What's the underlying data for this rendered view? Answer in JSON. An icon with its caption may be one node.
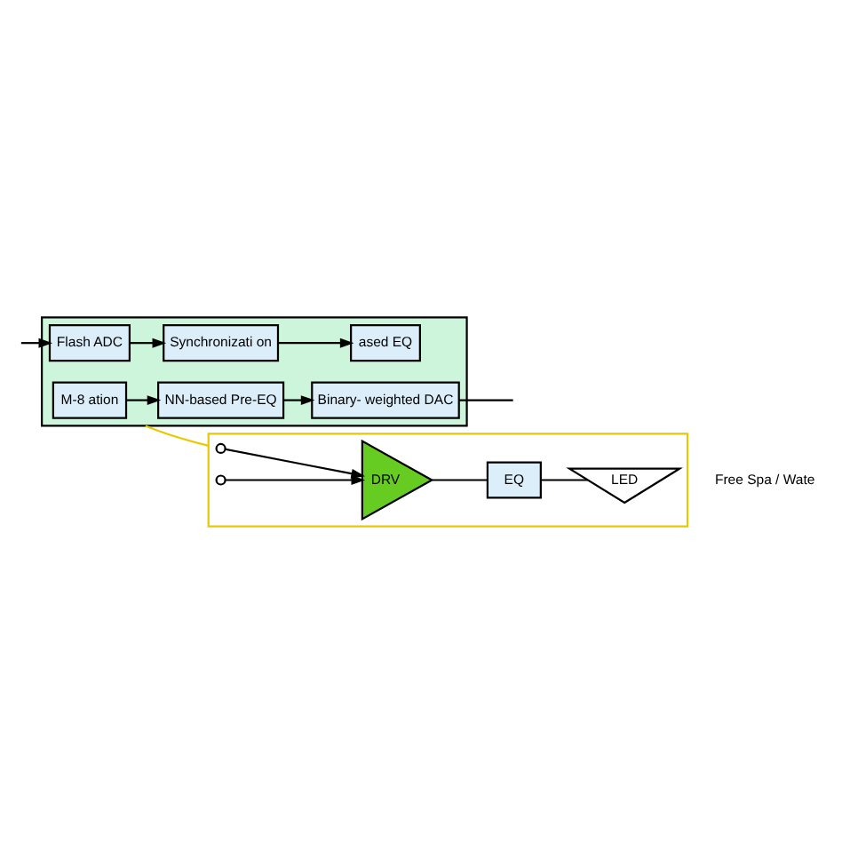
{
  "diagram": {
    "nodes": [
      {
        "text": [],
        "shape": "box"
      },
      {
        "text": [
          "M-8 ation"
        ],
        "in": 0
      },
      {
        "text": [
          "NN-based Pre-EQ"
        ],
        "in": 0
      },
      {
        "text": [
          "Binary- weighted DAC"
        ],
        "in": 0
      },
      {
        "text": [
          "ased EQ"
        ],
        "in": 0
      },
      {
        "text": [
          "Synchronizati on"
        ],
        "in": 0
      },
      {
        "text": [
          "Flash ADC"
        ],
        "in": 0
      },
      {
        "text": [],
        "shape": "box"
      },
      {
        "text": [],
        "shape": "circle",
        "in": 7
      },
      {
        "text": [],
        "shape": "circle",
        "in": 7
      },
      {
        "text": [
          "DRV"
        ],
        "in": 7
      },
      {
        "text": [
          "EQ"
        ],
        "in": 7
      },
      {
        "text": [
          "LED"
        ],
        "in": 7
      }
    ],
    "edges": [
      {
        "from": 1,
        "to": 2,
        "arrow": "to"
      },
      {
        "from": 2,
        "to": 3,
        "arrow": "to"
      },
      {
        "from": 3,
        "to": null,
        "arrow": "none"
      },
      {
        "from": null,
        "to": 6,
        "arrow": "to"
      },
      {
        "from": 6,
        "to": 5,
        "arrow": "to"
      },
      {
        "from": 5,
        "to": 4,
        "arrow": "to"
      },
      {
        "from": 0,
        "to": 7,
        "arrow": "none",
        "color": "#e8c800"
      },
      {
        "from": 8,
        "to": 10,
        "arrow": "to"
      },
      {
        "from": 9,
        "to": 10,
        "arrow": "to"
      },
      {
        "from": 10,
        "to": 11,
        "arrow": "none"
      },
      {
        "from": 11,
        "to": 12,
        "arrow": "none"
      }
    ],
    "labels": [
      "Free Spa / Wate"
    ]
  }
}
